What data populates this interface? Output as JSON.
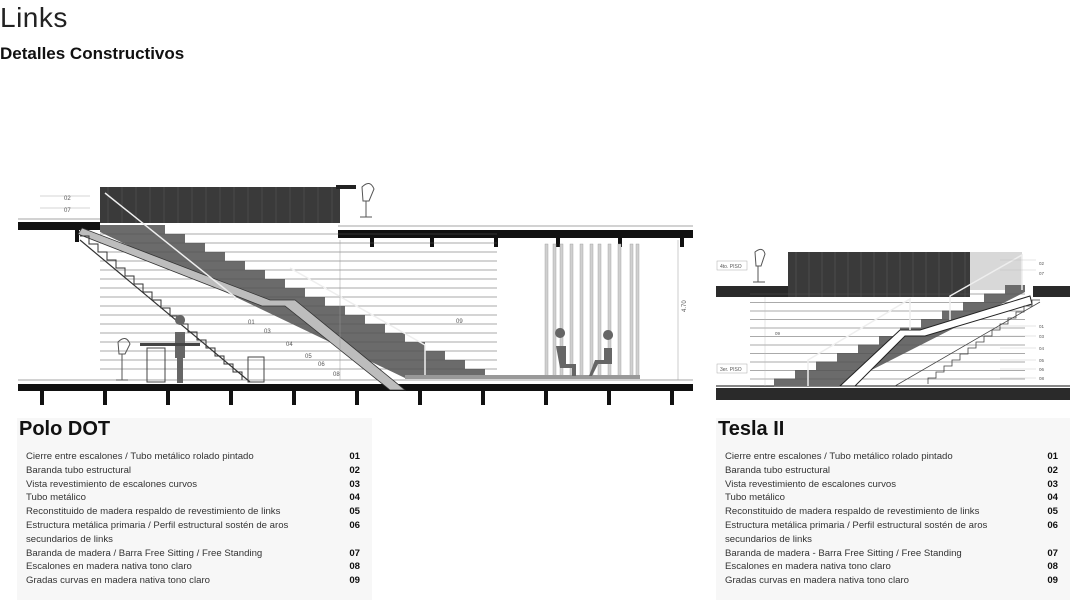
{
  "header": {
    "title": "Links",
    "subtitle": "Detalles Constructivos"
  },
  "polo": {
    "name": "Polo DOT",
    "callouts": [
      "02",
      "07",
      "01",
      "03",
      "04",
      "05",
      "06",
      "08",
      "09"
    ],
    "dimension": "4.70",
    "items": [
      {
        "text": "Cierre entre escalones / Tubo metálico rolado pintado",
        "num": "01"
      },
      {
        "text": "Baranda tubo estructural",
        "num": "02"
      },
      {
        "text": "Vista revestimiento de escalones curvos",
        "num": "03"
      },
      {
        "text": "Tubo metálico",
        "num": "04"
      },
      {
        "text": "Reconstituido de madera respaldo de revestimiento de links",
        "num": "05"
      },
      {
        "text": "Estructura metálica primaria / Perfil estructural sostén de aros secundarios de links",
        "num": "06"
      },
      {
        "text": "Baranda de madera / Barra Free Sitting / Free Standing",
        "num": "07"
      },
      {
        "text": "Escalones en madera nativa tono claro",
        "num": "08"
      },
      {
        "text": "Gradas curvas en madera nativa tono claro",
        "num": "09"
      }
    ]
  },
  "tesla": {
    "name": "Tesla II",
    "floor_upper": "4to. PISO",
    "floor_lower": "3er. PISO",
    "callouts": [
      "02",
      "07",
      "01",
      "03",
      "04",
      "05",
      "06",
      "08",
      "09"
    ],
    "items": [
      {
        "text": "Cierre entre escalones / Tubo metálico rolado pintado",
        "num": "01"
      },
      {
        "text": "Baranda tubo estructural",
        "num": "02"
      },
      {
        "text": "Vista revestimiento de escalones curvos",
        "num": "03"
      },
      {
        "text": "Tubo metálico",
        "num": "04"
      },
      {
        "text": "Reconstituido de madera respaldo de revestimiento de links",
        "num": "05"
      },
      {
        "text": "Estructura metálica primaria / Perfil estructural sostén de aros secundarios de links",
        "num": "06"
      },
      {
        "text": "Baranda de madera - Barra Free Sitting / Free Standing",
        "num": "07"
      },
      {
        "text": "Escalones en madera nativa tono claro",
        "num": "08"
      },
      {
        "text": "Gradas curvas en madera nativa tono claro",
        "num": "09"
      }
    ]
  }
}
